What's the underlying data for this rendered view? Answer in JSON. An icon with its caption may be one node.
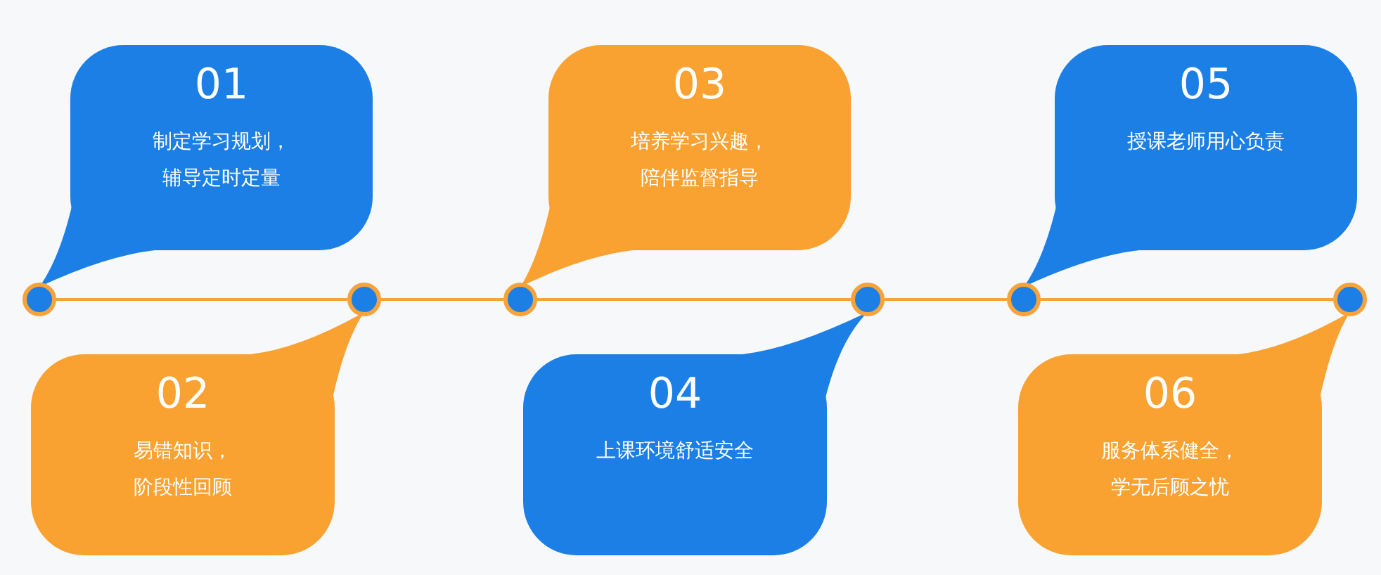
{
  "diagram": {
    "nodes": [
      {
        "text": [
          "01",
          "制定学习规划，辅导定时定量"
        ]
      },
      {
        "text": [
          "02",
          "易错知识，阶段性回顾"
        ]
      },
      {
        "text": [
          "03",
          "培养学习兴趣，陪伴监督指导"
        ]
      },
      {
        "text": [
          "04",
          "上课环境舒适安全"
        ]
      },
      {
        "text": [
          "05",
          "授课老师用心负责"
        ]
      },
      {
        "text": [
          "06",
          "服务体系健全，学无后顾之忧"
        ]
      },
      {
        "text": [],
        "shape": "circle"
      },
      {
        "text": [],
        "shape": "circle"
      },
      {
        "text": [],
        "shape": "circle"
      },
      {
        "text": [],
        "shape": "circle"
      },
      {
        "text": [],
        "shape": "circle"
      },
      {
        "text": [],
        "shape": "circle"
      }
    ],
    "edges": [
      {
        "from": 6,
        "to": 7,
        "arrow": "none"
      },
      {
        "from": 7,
        "to": 8,
        "arrow": "none"
      },
      {
        "from": 8,
        "to": 9,
        "arrow": "none"
      },
      {
        "from": 9,
        "to": 10,
        "arrow": "none"
      },
      {
        "from": 10,
        "to": 11,
        "arrow": "none"
      }
    ]
  }
}
